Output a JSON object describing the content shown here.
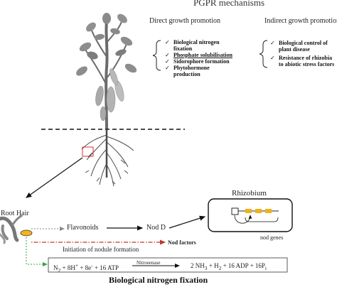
{
  "title": "PGPR mechanisms",
  "direct": {
    "heading": "Direct growth promotion",
    "items": [
      "Biological nitrogen fixation",
      "Phosphate solubilisation",
      "Sidorophore formation",
      "Phytohormone production"
    ]
  },
  "indirect": {
    "heading": "Indirect growth promotion",
    "items": [
      "Biological control of plant disease",
      "Resistance of rhizobia to abiotic stress factors"
    ]
  },
  "labels": {
    "rhizobium": "Rhizobium",
    "root_hair": "Root Hair",
    "flavonoids": "Flavonoids",
    "nod_d": "Nod D",
    "nod_genes": "nod genes",
    "nod_factors": "Nod factors",
    "initiation": "Initiation of nodule formation",
    "enzyme": "Nitroeenase",
    "lhs_html": "N<sub>2</sub> + 8H<sup>+</sup> + 8e<sup>-</sup> + 16 ATP",
    "rhs_html": "2 NH<sub>3</sub> + H<sub>2</sub> + 16 ADP + 16P<sub>i</sub>"
  },
  "caption": "Biological nitrogen fixation",
  "colors": {
    "stem": "#6b6b6b",
    "leaf": "#8d8d8d",
    "pod": "#b3b3b3",
    "root": "#4a4a4a",
    "highlight_box": "#d9302c",
    "nodule": "#f2b51c",
    "gene_block": "#f0b21a",
    "arrow_green": "#3aa24a",
    "arrow_red": "#c0392b"
  }
}
